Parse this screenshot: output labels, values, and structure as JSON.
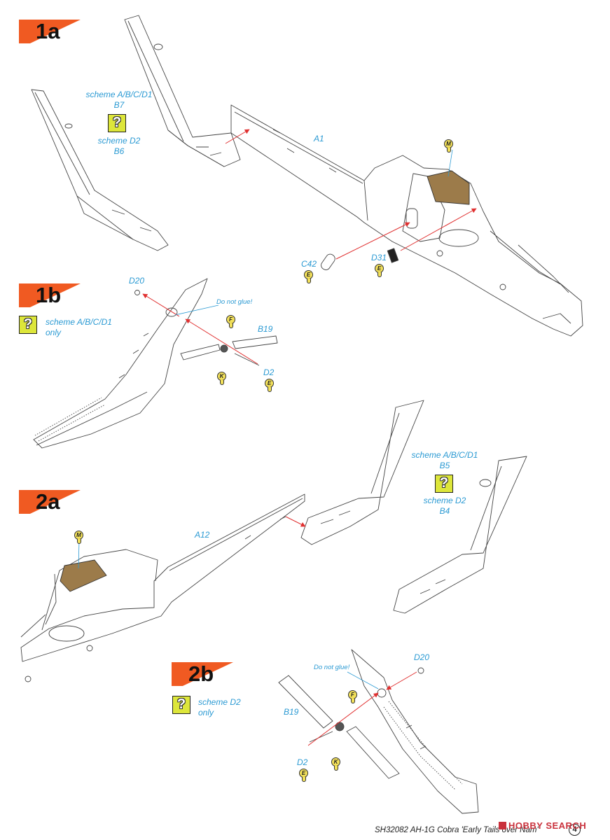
{
  "steps": {
    "s1a": "1a",
    "s1b": "1b",
    "s2a": "2a",
    "s2b": "2b"
  },
  "help_glyph": "?",
  "notes": {
    "n1a_top": "scheme A/B/C/D1",
    "n1a_top_part": "B7",
    "n1a_bottom": "scheme D2",
    "n1a_bottom_part": "B6",
    "n1b_line1": "scheme A/B/C/D1",
    "n1b_line2": "only",
    "n2a_top": "scheme A/B/C/D1",
    "n2a_top_part": "B5",
    "n2a_bottom": "scheme D2",
    "n2a_bottom_part": "B4",
    "n2b_line1": "scheme D2",
    "n2b_line2": "only"
  },
  "parts": {
    "a1": "A1",
    "c42": "C42",
    "d31": "D31",
    "d20_1b": "D20",
    "b19_1b": "B19",
    "d2_1b": "D2",
    "a12": "A12",
    "d20_2b": "D20",
    "b19_2b": "B19",
    "d2_2b": "D2"
  },
  "warnings": {
    "w1b": "Do not glue!",
    "w2b": "Do not glue!"
  },
  "paint_codes": {
    "m_1a": "M",
    "e_c42": "E",
    "e_d31": "E",
    "f_1b": "F",
    "k_1b": "K",
    "e_d2_1b": "E",
    "m_2a": "M",
    "f_2b": "F",
    "k_2b": "K",
    "e_d2_2b": "E"
  },
  "footer": {
    "title": "SH32082  AH-1G Cobra 'Early Tails over Nam'",
    "page": "4"
  },
  "watermark": "HOBBY SEARCH",
  "colors": {
    "accent_orange": "#f05a22",
    "label_blue": "#2b9ad3",
    "arrow_red": "#e03030",
    "armor_brown": "#9c7b4a",
    "help_yellow": "#dde63a",
    "badge_yellow": "#f3e15a"
  }
}
